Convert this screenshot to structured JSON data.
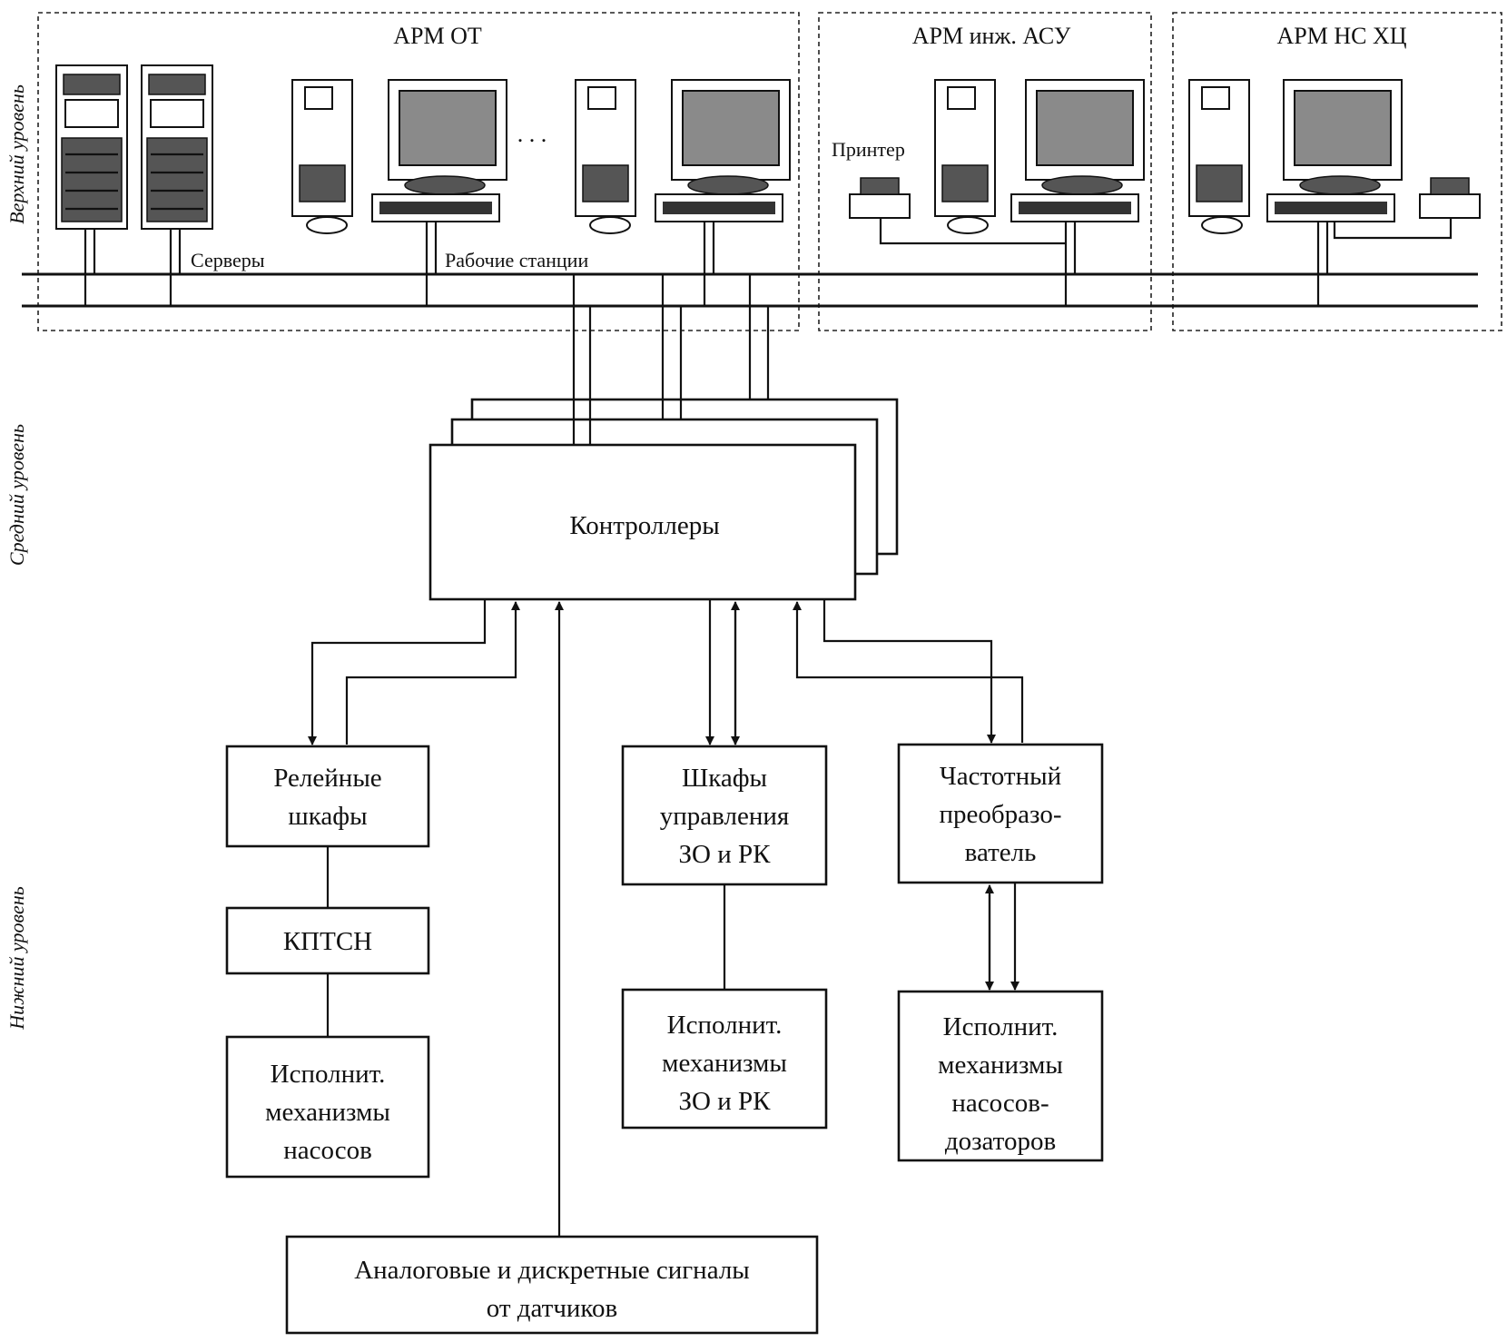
{
  "levels": {
    "upper": "Верхний уровень",
    "middle": "Средний уровень",
    "lower": "Нижний уровень"
  },
  "zones": {
    "arm_ot": "АРМ ОТ",
    "arm_eng": "АРМ инж. АСУ",
    "arm_ns": "АРМ НС ХЦ"
  },
  "labels": {
    "servers": "Серверы",
    "workstations": "Рабочие станции",
    "printer": "Принтер",
    "ellipsis": ". . ."
  },
  "blocks": {
    "controllers": "Контроллеры",
    "relay": [
      "Релейные",
      "шкафы"
    ],
    "kptsn": "КПТСН",
    "pump_actuators": [
      "Исполнит.",
      "механизмы",
      "насосов"
    ],
    "control_cabinets": [
      "Шкафы",
      "управления",
      "ЗО и РК"
    ],
    "valve_actuators": [
      "Исполнит.",
      "механизмы",
      "ЗО и РК"
    ],
    "freq_converter": [
      "Частотный",
      "преобразо-",
      "ватель"
    ],
    "dosing_actuators": [
      "Исполнит.",
      "механизмы",
      "насосов-",
      "дозаторов"
    ],
    "sensors": [
      "Аналоговые и дискретные сигналы",
      "от датчиков"
    ]
  }
}
